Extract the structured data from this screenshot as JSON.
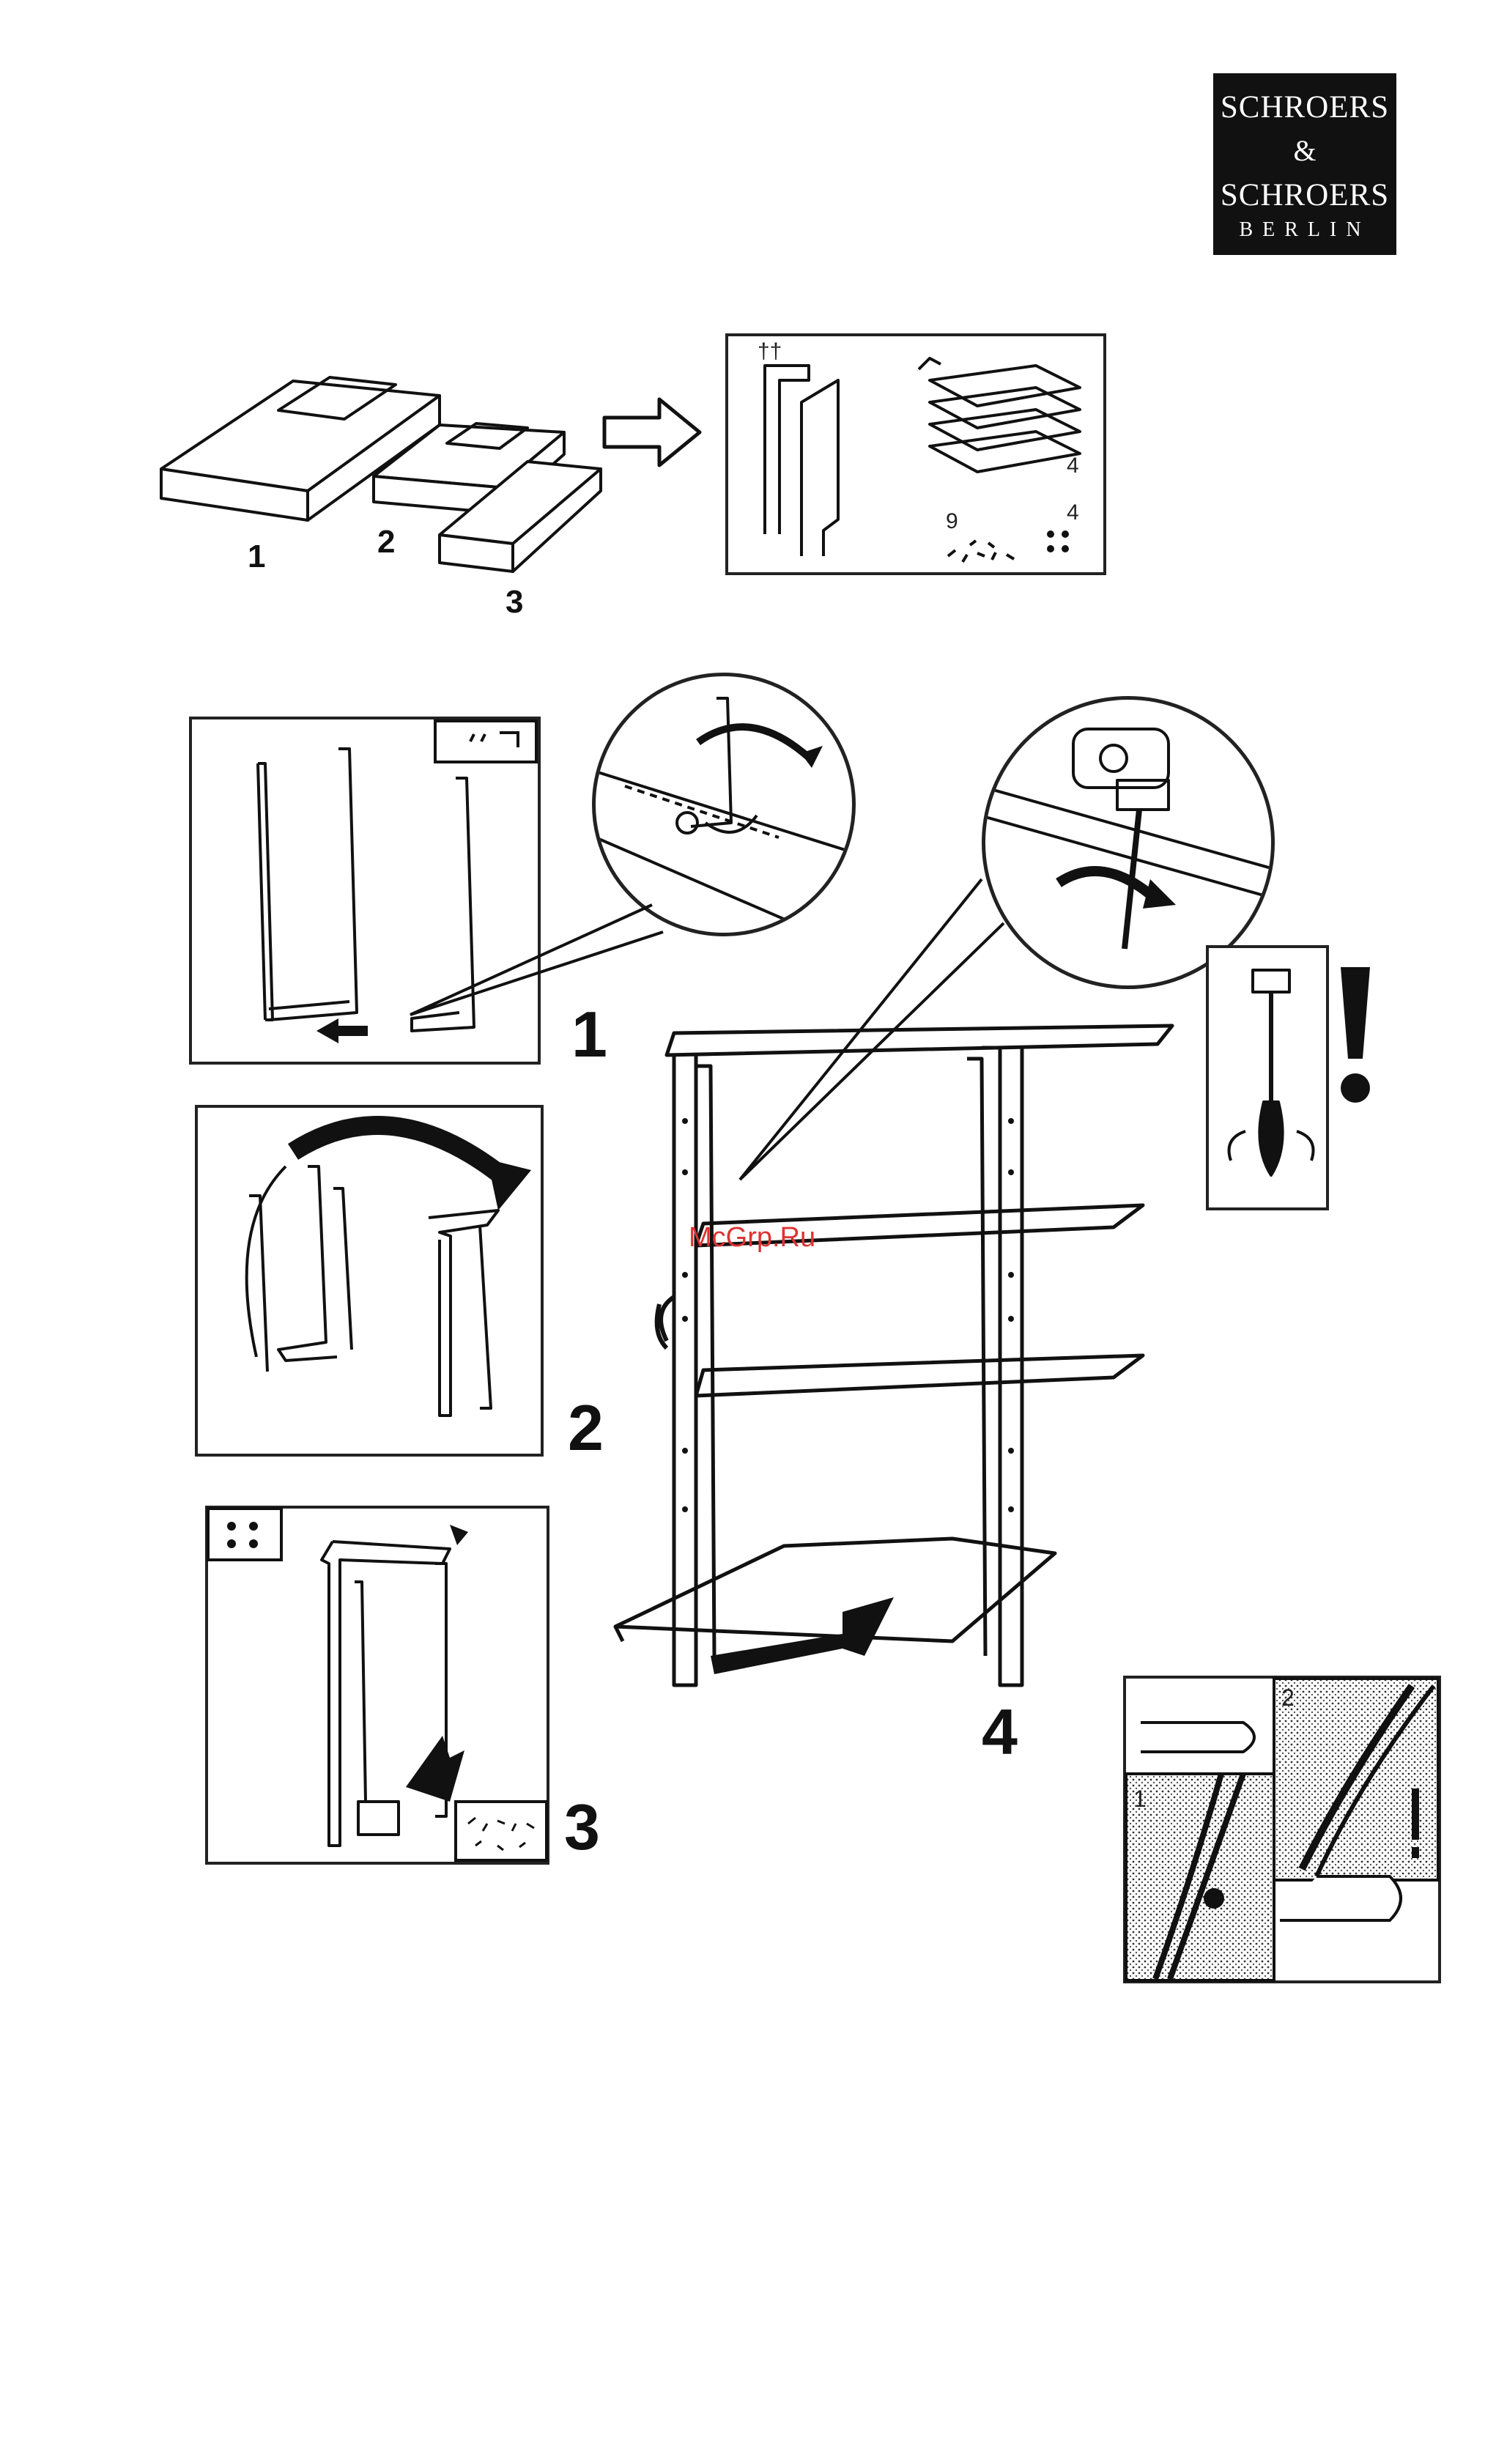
{
  "logo": {
    "line1": "SCHROERS",
    "line2": "&",
    "line3": "SCHROERS",
    "line4": "BERLIN"
  },
  "boxes": {
    "label1": "1",
    "label2": "2",
    "label3": "3"
  },
  "contents": {
    "shelf_count": "4",
    "screw_count": "9",
    "foot_count": "4"
  },
  "steps": {
    "step1": "1",
    "step2": "2",
    "step3": "3",
    "step4": "4"
  },
  "cable": {
    "sub1": "1",
    "sub2": "2"
  },
  "watermark": "McGrp.Ru",
  "colors": {
    "ink": "#111111",
    "logo_bg": "#111111",
    "watermark": "#dd3333"
  }
}
